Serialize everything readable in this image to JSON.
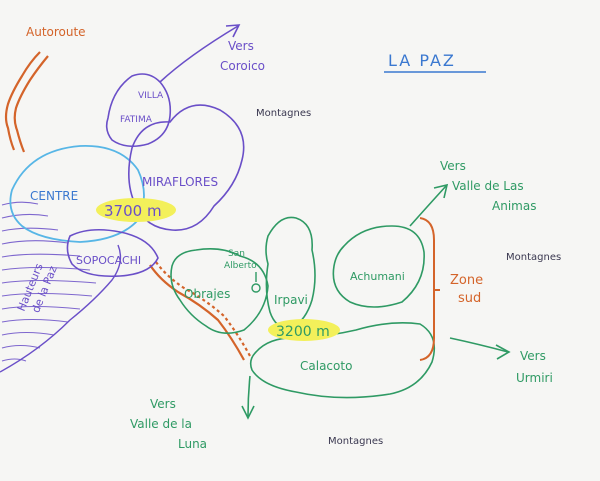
{
  "title": "LA PAZ",
  "colors": {
    "paper": "#f6f6f4",
    "highway": "#d4642a",
    "north_districts": "#6a4fc8",
    "centre": "#57b6e6",
    "south_districts": "#2f9a64",
    "highlight": "#f3f05a",
    "mountains_text": "#3a3850"
  },
  "labels": {
    "autoroute": "Autoroute",
    "vers_coroico_1": "Vers",
    "vers_coroico_2": "Coroico",
    "montagnes_top": "Montagnes",
    "villa": "VILLA",
    "fatima": "FATIMA",
    "miraflores": "MIRAFLORES",
    "centre": "CENTRE",
    "altitude_centre": "3700 m",
    "sopocachi": "SOPOCACHI",
    "hauteurs_1": "Hauteurs",
    "hauteurs_2": "de la Paz",
    "san_alberto_1": "San",
    "san_alberto_2": "Alberto",
    "obrajes": "Obrajes",
    "irpavi": "Irpavi",
    "achumani": "Achumani",
    "altitude_sud": "3200 m",
    "calacoto": "Calacoto",
    "vers_animas_1": "Vers",
    "vers_animas_2": "Valle de Las",
    "vers_animas_3": "Animas",
    "montagnes_right": "Montagnes",
    "zone_sud_1": "Zone",
    "zone_sud_2": "sud",
    "vers_urmiri_1": "Vers",
    "vers_urmiri_2": "Urmiri",
    "vers_luna_1": "Vers",
    "vers_luna_2": "Valle de la",
    "vers_luna_3": "Luna",
    "montagnes_bottom": "Montagnes"
  }
}
